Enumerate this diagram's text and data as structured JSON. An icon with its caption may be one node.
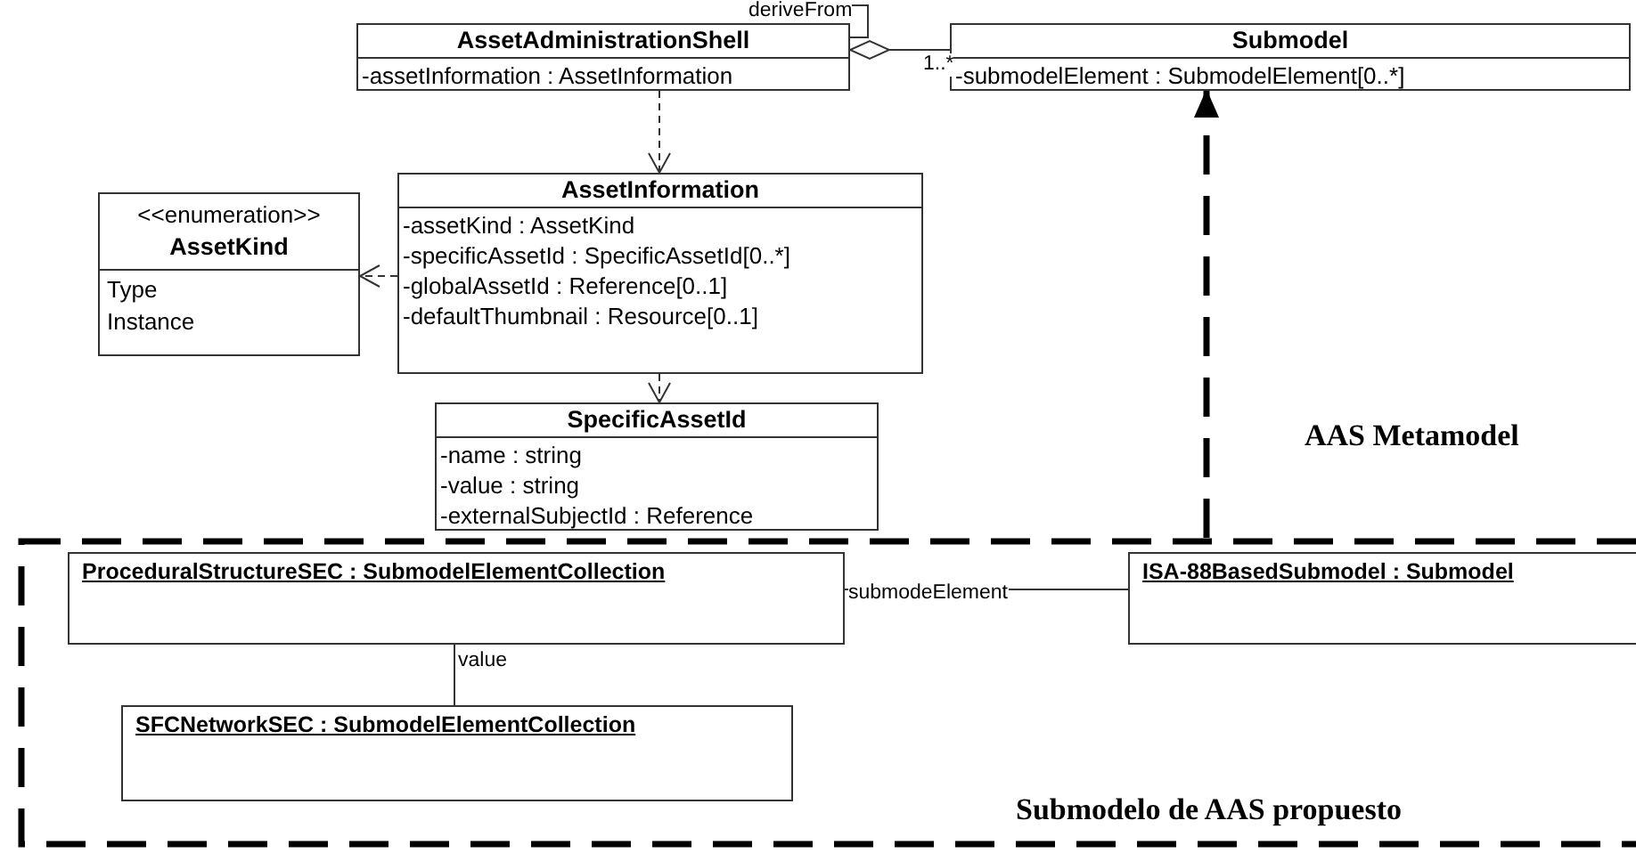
{
  "diagram": {
    "nodes": [
      {
        "text": [
          "AssetAdministrationShell",
          "-assetInformation : AssetInformation"
        ]
      },
      {
        "text": [
          "Submodel",
          "-submodelElement : SubmodelElement[0..*]"
        ]
      },
      {
        "text": [
          "<<enumeration>>",
          "AssetKind",
          "Type",
          "Instance"
        ]
      },
      {
        "text": [
          "AssetInformation",
          "-assetKind : AssetKind",
          "-specificAssetId : SpecificAssetId[0..*]",
          "-globalAssetId : Reference[0..1]",
          "-defaultThumbnail : Resource[0..1]"
        ]
      },
      {
        "text": [
          "SpecificAssetId",
          "-name : string",
          "-value : string",
          "-externalSubjectId : Reference"
        ]
      },
      {
        "text": [
          "Submodelo de AAS propuesto"
        ]
      },
      {
        "text": [
          "ProceduralStructureSEC : SubmodelElementCollection"
        ],
        "in": 5
      },
      {
        "text": [
          "ISA-88BasedSubmodel : Submodel"
        ],
        "in": 5
      },
      {
        "text": [
          "SFCNetworkSEC : SubmodelElementCollection"
        ],
        "in": 5
      }
    ],
    "edges": [
      {
        "from": 0,
        "to": 0,
        "arrow": "none",
        "label": "deriveFrom"
      },
      {
        "from": 0,
        "to": 1,
        "arrow": "other",
        "label": "1..*"
      },
      {
        "from": 0,
        "to": 3,
        "arrow": "to",
        "style": "dashed"
      },
      {
        "from": 3,
        "to": 2,
        "arrow": "to",
        "style": "dashed"
      },
      {
        "from": 3,
        "to": 4,
        "arrow": "to",
        "style": "dashed"
      },
      {
        "from": 5,
        "to": 1,
        "arrow": "to",
        "style": "dashed"
      },
      {
        "from": 6,
        "to": 7,
        "arrow": "none",
        "label": "submodeElement"
      },
      {
        "from": 6,
        "to": 8,
        "arrow": "none",
        "label": "value"
      }
    ],
    "labels": [
      "AAS Metamodel"
    ]
  }
}
